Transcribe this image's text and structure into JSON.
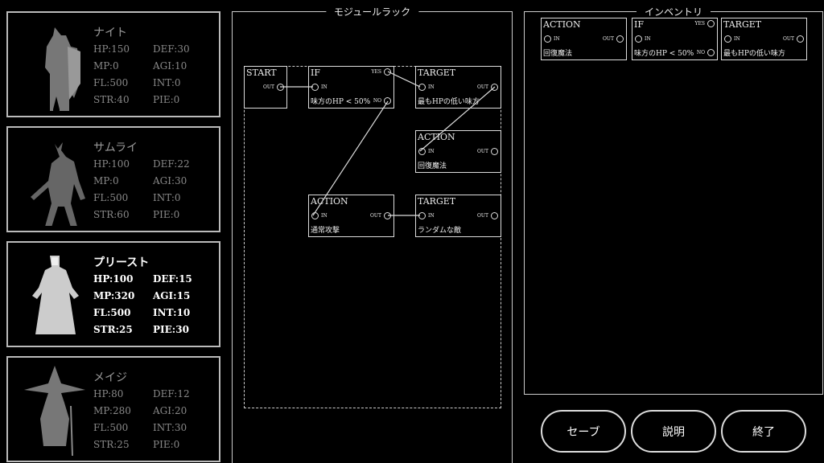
{
  "characters": [
    {
      "name": "ナイト",
      "hp": "HP:150",
      "def": "DEF:30",
      "mp": "MP:0",
      "agi": "AGI:10",
      "fl": "FL:500",
      "int": "INT:0",
      "str": "STR:40",
      "pie": "PIE:0",
      "selected": false
    },
    {
      "name": "サムライ",
      "hp": "HP:100",
      "def": "DEF:22",
      "mp": "MP:0",
      "agi": "AGI:30",
      "fl": "FL:500",
      "int": "INT:0",
      "str": "STR:60",
      "pie": "PIE:0",
      "selected": false
    },
    {
      "name": "プリースト",
      "hp": "HP:100",
      "def": "DEF:15",
      "mp": "MP:320",
      "agi": "AGI:15",
      "fl": "FL:500",
      "int": "INT:10",
      "str": "STR:25",
      "pie": "PIE:30",
      "selected": true
    },
    {
      "name": "メイジ",
      "hp": "HP:80",
      "def": "DEF:12",
      "mp": "MP:280",
      "agi": "AGI:20",
      "fl": "FL:500",
      "int": "INT:30",
      "str": "STR:25",
      "pie": "PIE:0",
      "selected": false
    }
  ],
  "ports": {
    "in": "IN",
    "out": "OUT",
    "yes": "YES",
    "no": "NO"
  },
  "rack": {
    "title": "モジュールラック",
    "nodes": [
      {
        "type": "START",
        "label": ""
      },
      {
        "type": "IF",
        "label": "味方のHP < 50%"
      },
      {
        "type": "TARGET",
        "label": "最もHPの低い味方"
      },
      {
        "type": "ACTION",
        "label": "回復魔法"
      },
      {
        "type": "ACTION",
        "label": "通常攻撃"
      },
      {
        "type": "TARGET",
        "label": "ランダムな敵"
      }
    ]
  },
  "inventory": {
    "title": "インベントリ",
    "nodes": [
      {
        "type": "ACTION",
        "label": "回復魔法"
      },
      {
        "type": "IF",
        "label": "味方のHP < 50%"
      },
      {
        "type": "TARGET",
        "label": "最もHPの低い味方"
      }
    ]
  },
  "buttons": {
    "save": "セーブ",
    "help": "説明",
    "quit": "終了"
  }
}
